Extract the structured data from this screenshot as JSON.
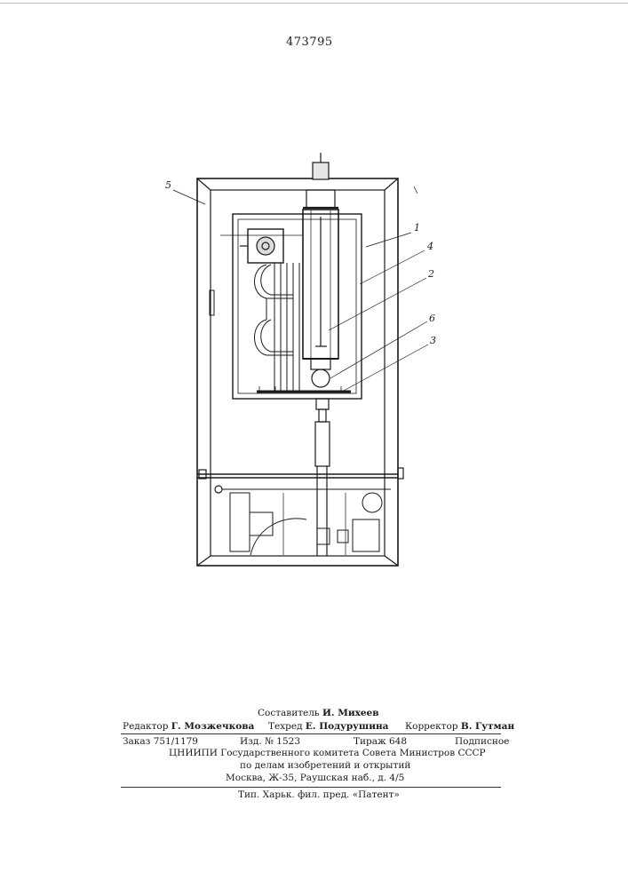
{
  "patent_number": "473795",
  "figure_labels": {
    "l1": "1",
    "l2": "2",
    "l3": "3",
    "l4": "4",
    "l5": "5",
    "l6": "6"
  },
  "imprint": {
    "compiler_label": "Составитель",
    "compiler_name": "И. Михеев",
    "editor_label": "Редактор",
    "editor_name": "Г. Мозжечкова",
    "techred_label": "Техред",
    "techred_name": "Е. Подурушина",
    "corrector_label": "Корректор",
    "corrector_name": "В. Гутман",
    "order": "Заказ 751/1179",
    "edition": "Изд. № 1523",
    "circulation": "Тираж 648",
    "subscription": "Подписное",
    "org_line1": "ЦНИИПИ Государственного комитета Совета Министров СССР",
    "org_line2": "по делам изобретений и открытий",
    "address": "Москва, Ж-35, Раушская наб., д. 4/5",
    "printer": "Тип. Харьк. фил. пред. «Патент»"
  }
}
